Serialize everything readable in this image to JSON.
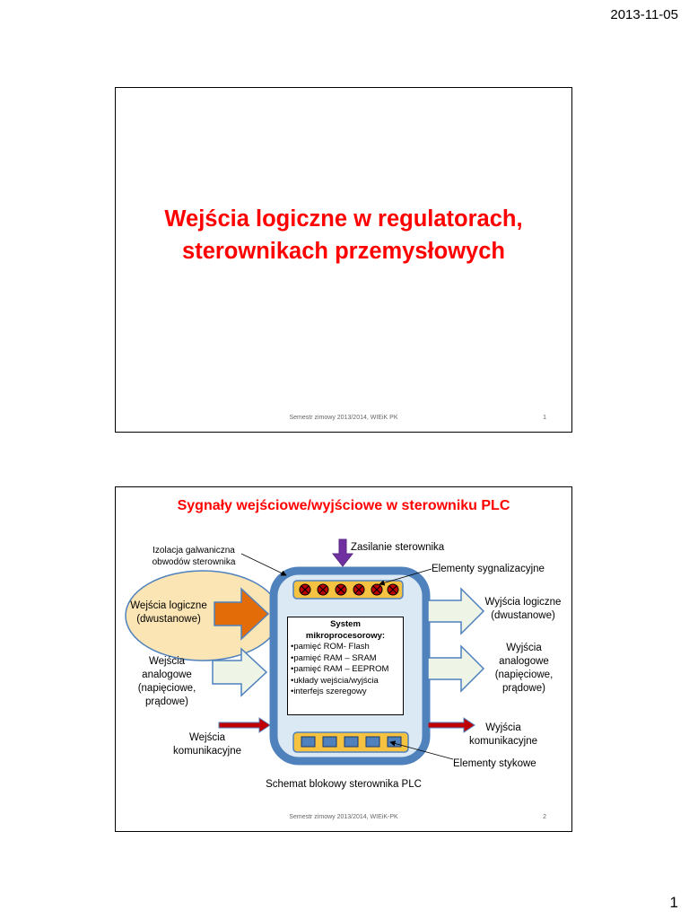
{
  "header": {
    "date": "2013-11-05"
  },
  "page": {
    "number": "1"
  },
  "slide1": {
    "title_line1": "Wejścia logiczne w regulatorach,",
    "title_line2": "sterownikach przemysłowych",
    "footer": "Semestr zimowy 2013/2014,  WIEiK PK",
    "number": "1"
  },
  "slide2": {
    "title": "Sygnały wejściowe/wyjściowe w sterowniku PLC",
    "footer": "Semestr zimowy 2013/2014,  WIEiK-PK",
    "number": "2",
    "caption": "Schemat blokowy sterownika PLC",
    "labels": {
      "isolation_1": "Izolacja galwaniczna",
      "isolation_2": "obwodów sterownika",
      "power": "Zasilanie  sterownika",
      "signaling": "Elementy  sygnalizacyjne",
      "logic_in_1": "Wejścia logiczne",
      "logic_in_2": "(dwustanowe)",
      "analog_in_1": "Wejścia",
      "analog_in_2": "analogowe",
      "analog_in_3": "(napięciowe,",
      "analog_in_4": "prądowe)",
      "comm_in_1": "Wejścia",
      "comm_in_2": "komunikacyjne",
      "logic_out_1": "Wyjścia logiczne",
      "logic_out_2": "(dwustanowe)",
      "analog_out_1": "Wyjścia",
      "analog_out_2": "analogowe",
      "analog_out_3": "(napięciowe,",
      "analog_out_4": "prądowe)",
      "comm_out_1": "Wyjścia",
      "comm_out_2": "komunikacyjne",
      "connectors": "Elementy  stykowe"
    },
    "system_box": {
      "heading_1": "System",
      "heading_2": "mikroprocesorowy:",
      "items": [
        "•pamięć ROM- Flash",
        "•pamięć RAM – SRAM",
        "•pamięć RAM – EEPROM",
        "•układy wejścia/wyjścia",
        "•interfejs szeregowy"
      ]
    },
    "colors": {
      "housing": "#4f81bd",
      "strip": "#f5c242",
      "logic_arrow": "#e36c09",
      "isolation_fill": "#fbe5b4",
      "comm_arrow": "#c00000",
      "power_arrow": "#7030a0",
      "connector": "#4f81bd"
    }
  }
}
